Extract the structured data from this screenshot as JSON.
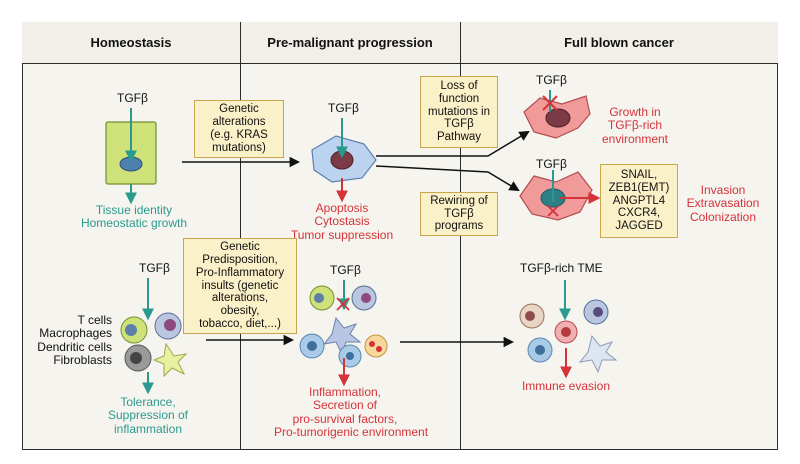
{
  "headers": [
    "Homeostasis",
    "Pre-malignant progression",
    "Full blown cancer"
  ],
  "tgfb": "TGFβ",
  "tgfb_rich_tme": "TGFβ-rich TME",
  "homeostasis": {
    "outcome": [
      "Tissue identity",
      "Homeostatic growth"
    ],
    "cell_types": [
      "T cells",
      "Macrophages",
      "Dendritic cells",
      "Fibroblasts"
    ],
    "immune_outcome": [
      "Tolerance,",
      "Suppression of",
      "inflammation"
    ]
  },
  "premalignant": {
    "genetic_box": [
      "Genetic",
      "alterations",
      "(e.g. KRAS",
      "mutations)"
    ],
    "tumor_outcome": [
      "Apoptosis",
      "Cytostasis",
      "Tumor suppression"
    ],
    "predisposition_box": [
      "Genetic",
      "Predisposition,",
      "Pro-Inflammatory",
      "insults (genetic",
      "alterations,",
      "obesity,",
      "tobacco, diet,...)"
    ],
    "immune_outcome": [
      "Inflammation,",
      "Secretion of",
      "pro-survival factors,",
      "Pro-tumorigenic environment"
    ]
  },
  "cancer": {
    "loss_box": [
      "Loss of",
      "function",
      "mutations in",
      "TGFβ",
      "Pathway"
    ],
    "growth_outcome": [
      "Growth in",
      "TGFβ-rich",
      "environment"
    ],
    "rewiring_box": [
      "Rewiring of",
      "TGFβ",
      "programs"
    ],
    "genes_box": [
      "SNAIL,",
      "ZEB1(EMT)",
      "ANGPTL4",
      "CXCR4,",
      "JAGGED"
    ],
    "invasion_outcome": [
      "Invasion",
      "Extravasation",
      "Colonization"
    ],
    "immune_outcome": "Immune evasion"
  },
  "colors": {
    "teal": "#2b9a8e",
    "red": "#d4333a",
    "box_fill": "#fbf1c9",
    "box_border": "#c9a64e",
    "cancer_cell": "#f09a9a",
    "epithelial": "#cfe27a",
    "hyperplastic": "#bcd3ef"
  }
}
